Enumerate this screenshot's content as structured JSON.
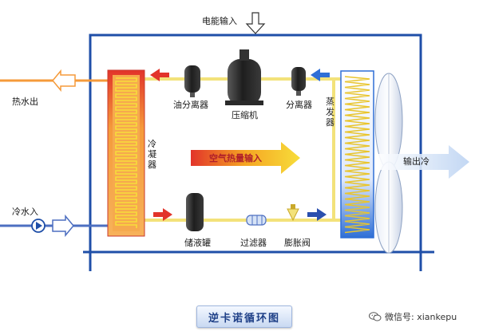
{
  "labels": {
    "power_input": "电能输入",
    "hot_water_out": "热水出",
    "cold_water_in": "冷水入",
    "oil_separator": "油分离器",
    "compressor": "压缩机",
    "separator": "分离器",
    "condenser": "冷凝器",
    "evaporator": "蒸发器",
    "air_heat_input": "空气热量输入",
    "output_cold": "输出冷",
    "receiver": "储液罐",
    "filter": "过滤器",
    "expansion_valve": "膨胀阀"
  },
  "title": "逆卡诺循环图",
  "watermark": "微信号: xiankepu",
  "colors": {
    "frame": "#1f4fa8",
    "pipe": "#f3e27a",
    "pipe_hot": "#f59a3a",
    "arrow_red": "#e2342a",
    "arrow_blue": "#2f6fd6",
    "water_pipe": "#4d6fc1",
    "coil": "#f2d13a"
  }
}
